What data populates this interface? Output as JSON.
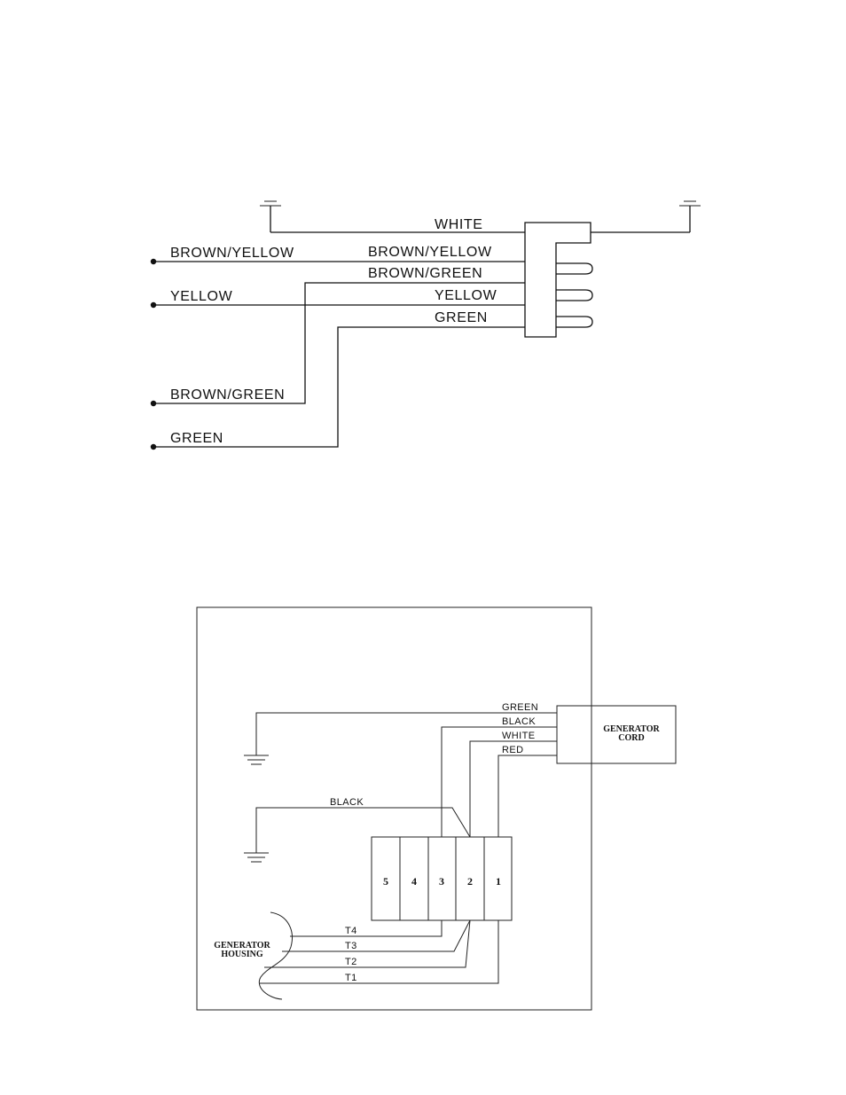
{
  "diagram1": {
    "connector_labels": [
      "WHITE",
      "BROWN/YELLOW",
      "BROWN/GREEN",
      "YELLOW",
      "GREEN"
    ],
    "lead_labels": [
      "BROWN/YELLOW",
      "YELLOW",
      "BROWN/GREEN",
      "GREEN"
    ]
  },
  "diagram2": {
    "cord_wire_labels": [
      "GREEN",
      "BLACK",
      "WHITE",
      "RED"
    ],
    "ground_wire_label": "BLACK",
    "cord_box_label": [
      "GENERATOR",
      "CORD"
    ],
    "terminal_numbers": [
      "5",
      "4",
      "3",
      "2",
      "1"
    ],
    "housing_wire_labels": [
      "T4",
      "T3",
      "T2",
      "T1"
    ],
    "housing_label": [
      "GENERATOR",
      "HOUSING"
    ]
  }
}
